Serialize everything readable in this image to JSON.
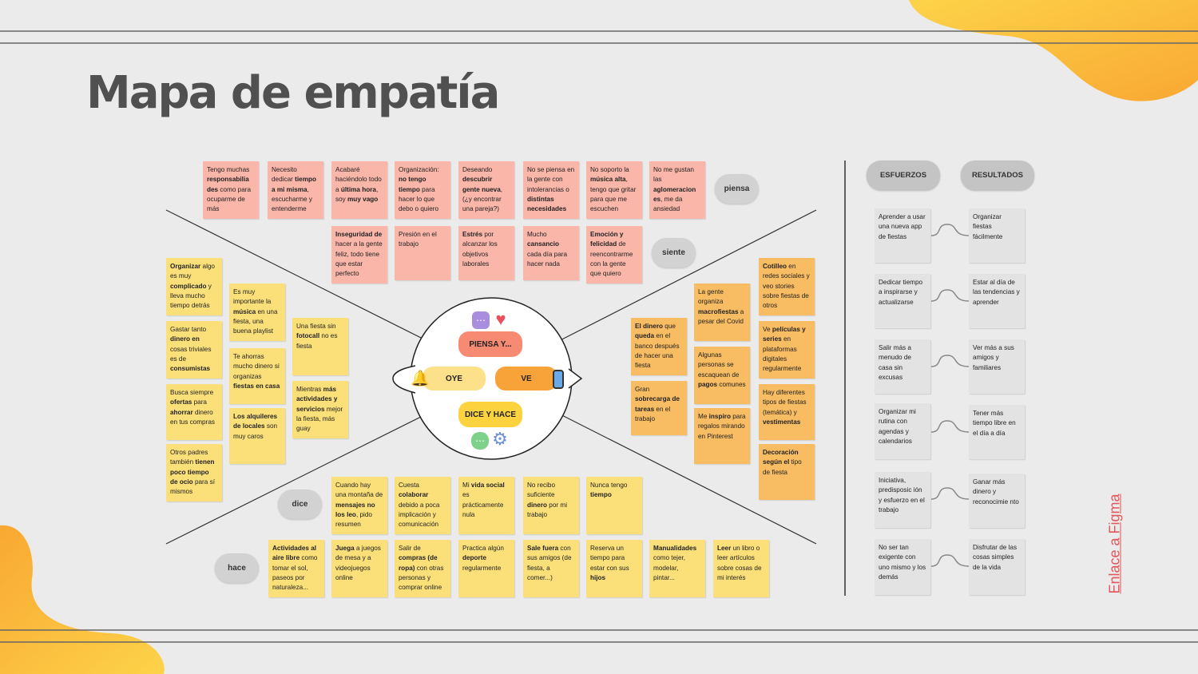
{
  "title": "Mapa de empatía",
  "center": {
    "piensa": "PIENSA Y...",
    "oye": "OYE",
    "ve": "VE",
    "dice": "DICE Y HACE"
  },
  "pills": {
    "piensa": "piensa",
    "siente": "siente",
    "dice": "dice",
    "hace": "hace"
  },
  "headers": {
    "esfuerzos": "ESFUERZOS",
    "resultados": "RESULTADOS"
  },
  "link": "Enlace a Figma",
  "colors": {
    "pink": "#f9b6a9",
    "yellow": "#fbe07a",
    "orange": "#f8bc62",
    "accent": "#e2555a",
    "blob": "#fcc33b"
  },
  "piensa_notes": [
    "Tengo muchas <b>responsabilia des</b> como para ocuparme de más",
    "Necesito dedicar <b>tiempo a mi misma</b>, escucharme y entenderme",
    "Acabaré haciéndolo todo a <b>última hora</b>, soy <b>muy vago</b>",
    "Organización: <b>no tengo tiempo</b> para hacer lo que debo o quiero",
    "Deseando <b>descubrir gente nueva</b>, (¿y encontrar una pareja?)",
    "No se piensa en la gente con intolerancias o <b>distintas necesidades</b>",
    "No soporto la <b>música alta</b>, tengo que gritar para que me escuchen",
    "No me gustan las <b>aglomeracion es</b>, me da ansiedad"
  ],
  "siente_notes": [
    "<b>Inseguridad de</b> hacer a la gente feliz, todo tiene que estar perfecto",
    "Presión en el trabajo",
    "<b>Estrés</b> por alcanzar los objetivos laborales",
    "Mucho <b>cansancio</b> cada día para hacer nada",
    "<b>Emoción y felicidad</b> de reencontrarme con la gente que quiero"
  ],
  "oye_col1": [
    "<b>Organizar</b> algo es muy <b>complicado</b> y lleva mucho tiempo detrás",
    "Gastar tanto <b>dinero en</b> cosas triviales es de <b>consumistas</b>",
    "Busca siempre <b>ofertas</b> para <b>ahorrar</b> dinero en tus compras",
    "Otros padres también <b>tienen poco tiempo de ocio</b> para sí mismos"
  ],
  "oye_col2": [
    "Es muy importante la <b>música</b> en una fiesta, una buena playlist",
    "Te ahorras mucho dinero si organizas <b>fiestas en casa</b>",
    "<b>Los alquileres de locales</b> son muy caros"
  ],
  "oye_col3": [
    "Una fiesta sin <b>fotocall</b> no es fiesta",
    "Mientras <b>más actividades y servicios</b> mejor la fiesta, más guay"
  ],
  "ve_col1": [
    "<b>El dinero</b> que <b>queda</b> en el banco después de hacer una fiesta",
    "Gran <b>sobrecarga de tareas</b> en el trabajo"
  ],
  "ve_col2": [
    "La gente organiza <b>macrofiestas</b> a pesar del Covid",
    "Algunas personas se escaquean de <b>pagos</b> comunes",
    "Me <b>inspiro</b> para regalos mirando en Pinterest"
  ],
  "ve_col3": [
    "<b>Cotilleo</b> en redes sociales y veo stories sobre fiestas de otros",
    "Ve <b>películas y series</b> en plataformas digitales regularmente",
    "Hay diferentes tipos de fiestas (temática) y <b>vestimentas</b>",
    "<b>Decoración según el</b> tipo de fiesta"
  ],
  "dice_notes": [
    "Cuando hay una montaña de <b>mensajes no los leo</b>, pido resumen",
    "Cuesta <b>colaborar</b> debido a poca implicación y comunicación",
    "Mi <b>vida social</b> es prácticamente nula",
    "No recibo suficiente <b>dinero</b> por mi trabajo",
    "Nunca tengo <b>tiempo</b>"
  ],
  "hace_notes": [
    "<b>Actividades al aire libre</b> como tomar el sol, paseos por naturaleza...",
    "<b>Juega</b> a juegos de mesa y a videojuegos online",
    "Salir de <b>compras (de ropa)</b> con otras personas y comprar online",
    "Practica algún <b>deporte</b> regularmente",
    "<b>Sale fuera</b> con sus amigos (de fiesta, a comer...)",
    "Reserva un tiempo para estar con sus <b>hijos</b>",
    "<b>Manualidades</b> como tejer, modelar, pintar...",
    "<b>Leer</b> un libro o leer artículos sobre cosas de mi interés"
  ],
  "esfuerzos": [
    "Aprender a usar una nueva app de fiestas",
    "Dedicar tiempo a inspirarse y actualizarse",
    "Salir más a menudo de casa sin excusas",
    "Organizar mi rutina con agendas y calendarios",
    "Iniciativa, predisposic ión y esfuerzo en el trabajo",
    "No ser tan exigente con uno mismo y los demás"
  ],
  "resultados": [
    "Organizar fiestas fácilmente",
    "Estar al día de las tendencias y aprender",
    "Ver más a sus amigos y familiares",
    "Tener más tiempo libre en el día a día",
    "Ganar más dinero y reconocimie nto",
    "Disfrutar de las cosas simples de la vida"
  ],
  "icons": {
    "top": [
      "chat-icon",
      "heart-icon"
    ],
    "left": "bell-icon",
    "right": "phone-icon",
    "bottom": [
      "chat-icon",
      "gear-icon"
    ]
  }
}
